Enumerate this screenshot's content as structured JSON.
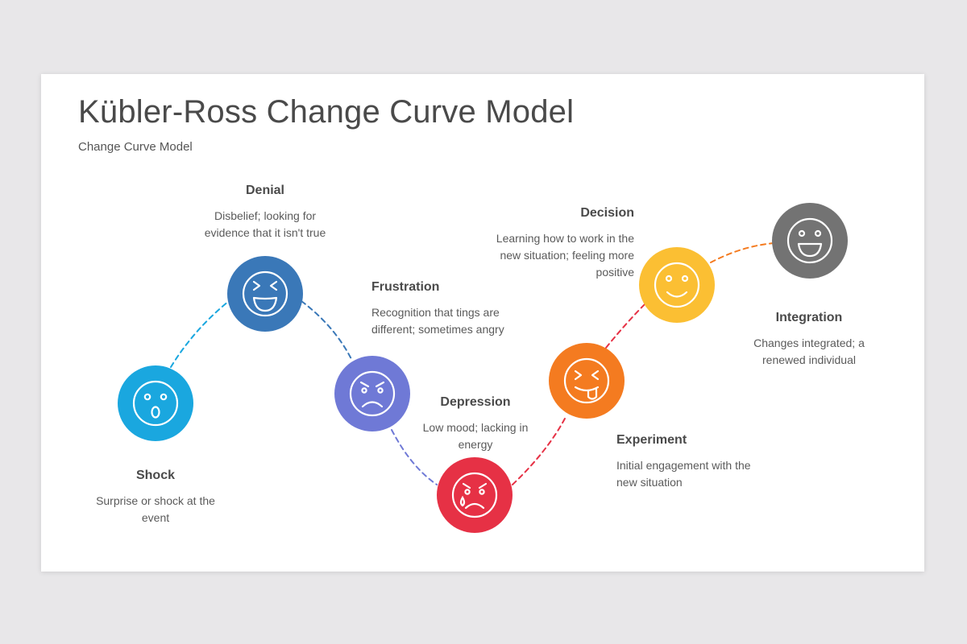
{
  "title": "Kübler-Ross Change Curve Model",
  "subtitle": "Change Curve Model",
  "stages": [
    {
      "name": "Shock",
      "desc_lines": [
        "Surprise or shock at the",
        "event"
      ],
      "color": "#1aa7df",
      "icon": "surprised-face-icon"
    },
    {
      "name": "Denial",
      "desc_lines": [
        "Disbelief; looking for",
        "evidence that it isn't true"
      ],
      "color": "#3a78b8",
      "icon": "squinting-laughing-face-icon"
    },
    {
      "name": "Frustration",
      "desc_lines": [
        "Recognition that tings are",
        "different; sometimes angry"
      ],
      "color": "#6f79d6",
      "icon": "angry-face-icon"
    },
    {
      "name": "Depression",
      "desc_lines": [
        "Low mood; lacking in",
        "energy"
      ],
      "color": "#e63145",
      "icon": "crying-face-icon"
    },
    {
      "name": "Experiment",
      "desc_lines": [
        "Initial engagement with the",
        "new situation"
      ],
      "color": "#f47b20",
      "icon": "tongue-out-face-icon"
    },
    {
      "name": "Decision",
      "desc_lines": [
        "Learning how to work in the",
        "new situation; feeling more",
        "positive"
      ],
      "color": "#fbbf33",
      "icon": "smiling-face-icon"
    },
    {
      "name": "Integration",
      "desc_lines": [
        "Changes integrated; a",
        "renewed individual"
      ],
      "color": "#737373",
      "icon": "grinning-face-icon"
    }
  ]
}
